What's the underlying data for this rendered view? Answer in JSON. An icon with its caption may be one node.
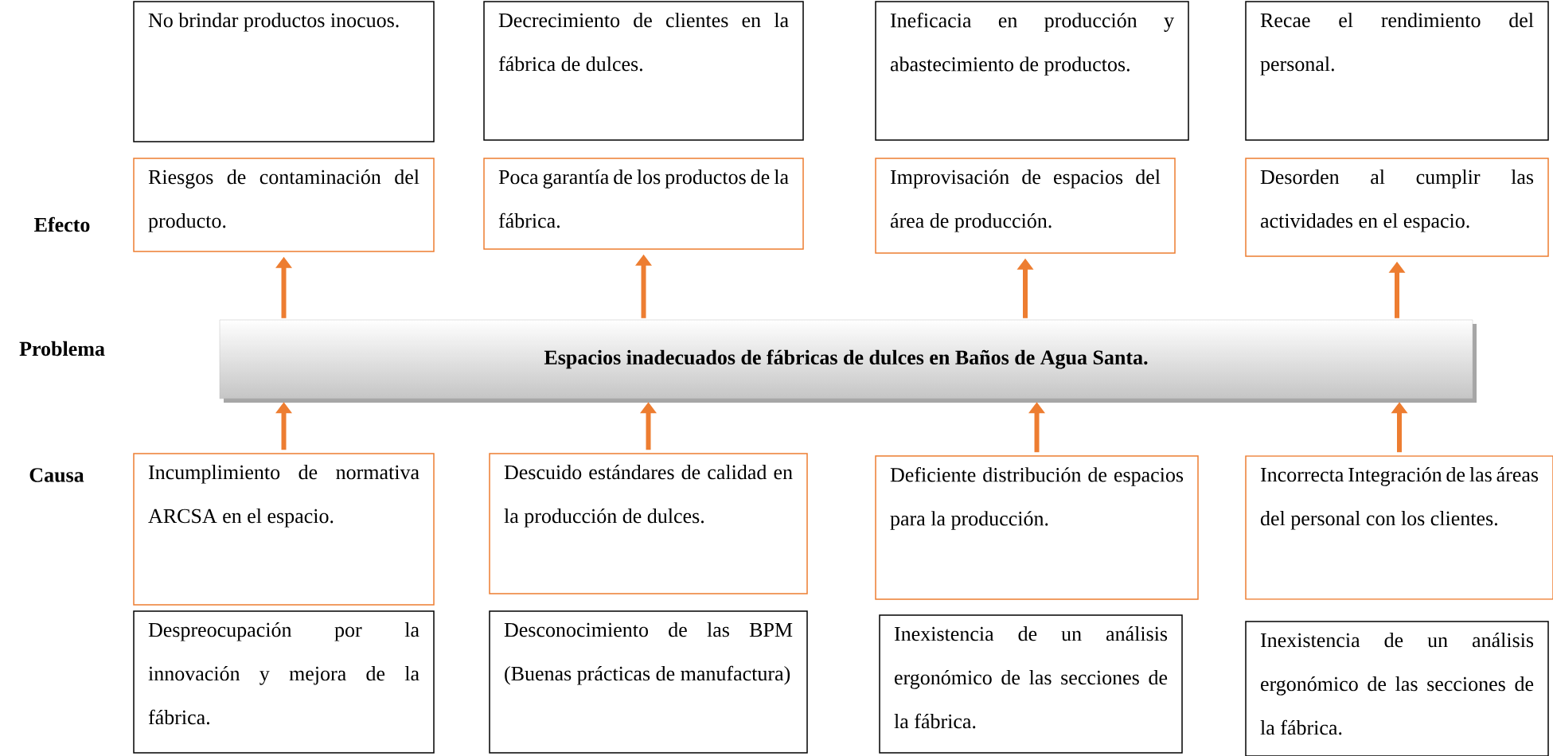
{
  "diagram": {
    "nodes": [
      {
        "text": [
          "No brindar productos inocuos."
        ]
      },
      {
        "text": [
          "Decrecimiento de clientes en la fábrica de dulces."
        ]
      },
      {
        "text": [
          "Ineficacia en producción y abastecimiento de productos."
        ]
      },
      {
        "text": [
          "Recae el rendimiento del personal."
        ]
      },
      {
        "text": [
          "Riesgos de contaminación del producto."
        ]
      },
      {
        "text": [
          "Poca garantía de los productos de la fábrica."
        ]
      },
      {
        "text": [
          "Improvisación de espacios del área de producción."
        ]
      },
      {
        "text": [
          "Desorden al cumplir las actividades en el espacio."
        ]
      },
      {
        "text": [
          "Espacios inadecuados de fábricas de dulces en Baños de Agua Santa."
        ]
      },
      {
        "text": [
          "Incumplimiento de normativa ARCSA en el espacio."
        ]
      },
      {
        "text": [
          "Descuido estándares de calidad en la producción de dulces."
        ]
      },
      {
        "text": [
          "Deficiente distribución de espacios para la producción."
        ]
      },
      {
        "text": [
          "Incorrecta Integración de las áreas del personal con los clientes."
        ]
      },
      {
        "text": [
          "Despreocupación por la innovación y mejora de la fábrica."
        ]
      },
      {
        "text": [
          "Desconocimiento de las BPM (Buenas prácticas de manufactura)"
        ]
      },
      {
        "text": [
          "Inexistencia de un análisis ergonómico de las secciones de la fábrica."
        ]
      },
      {
        "text": [
          "Inexistencia de un análisis ergonómico de las secciones de la fábrica."
        ]
      }
    ],
    "edges": [
      {
        "from": 8,
        "to": 4,
        "arrow": "to"
      },
      {
        "from": 8,
        "to": 5,
        "arrow": "to"
      },
      {
        "from": 8,
        "to": 6,
        "arrow": "to"
      },
      {
        "from": 8,
        "to": 7,
        "arrow": "to"
      },
      {
        "from": 9,
        "to": 8,
        "arrow": "to"
      },
      {
        "from": 10,
        "to": 8,
        "arrow": "to"
      },
      {
        "from": 11,
        "to": 8,
        "arrow": "to"
      },
      {
        "from": 12,
        "to": 8,
        "arrow": "to"
      }
    ],
    "labels": [
      "Efecto",
      "Problema",
      "Causa"
    ]
  }
}
